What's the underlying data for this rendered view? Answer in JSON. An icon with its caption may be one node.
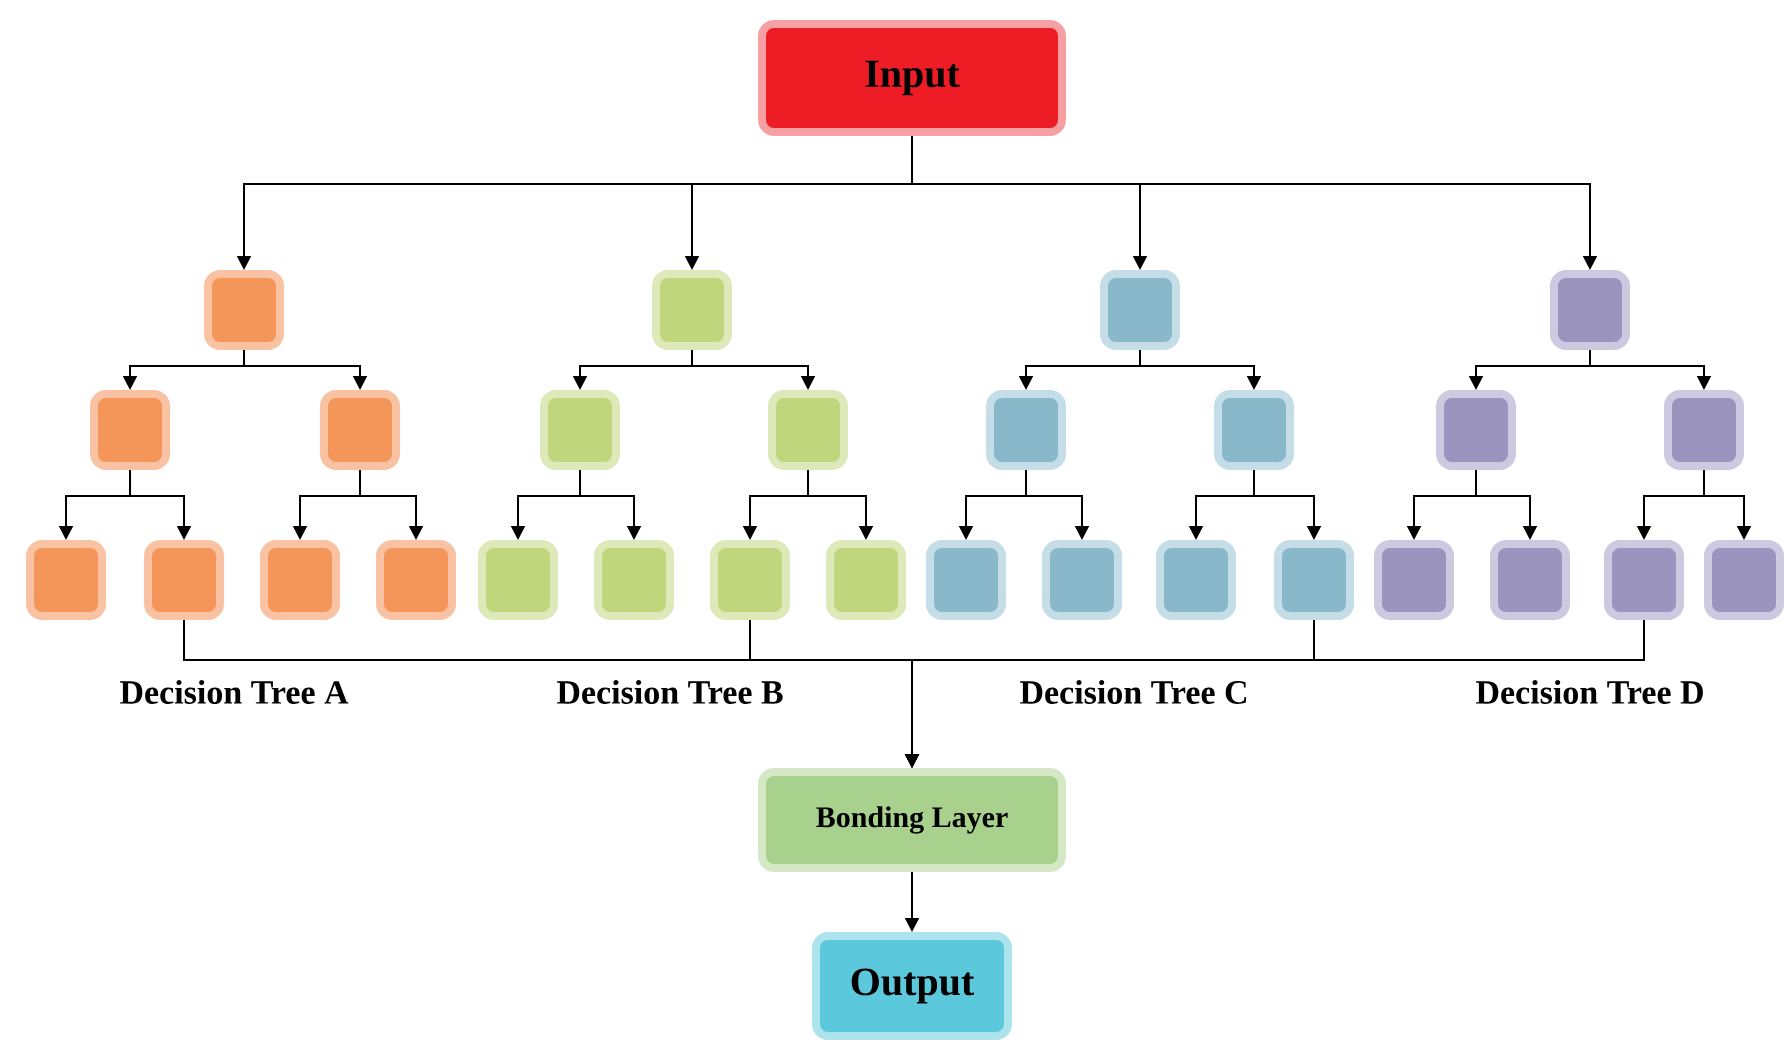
{
  "diagram": {
    "nodes": [
      {
        "text": [
          "Input"
        ]
      },
      {
        "text": [],
        "shape": "box"
      },
      {
        "text": [],
        "shape": "box"
      },
      {
        "text": [],
        "shape": "box"
      },
      {
        "text": [],
        "shape": "box"
      },
      {
        "text": [],
        "shape": "box"
      },
      {
        "text": [],
        "shape": "box"
      },
      {
        "text": [],
        "shape": "box"
      },
      {
        "text": [],
        "shape": "box"
      },
      {
        "text": [],
        "shape": "box"
      },
      {
        "text": [],
        "shape": "box"
      },
      {
        "text": [],
        "shape": "box"
      },
      {
        "text": [],
        "shape": "box"
      },
      {
        "text": [],
        "shape": "box"
      },
      {
        "text": [],
        "shape": "box"
      },
      {
        "text": [],
        "shape": "box"
      },
      {
        "text": [],
        "shape": "box"
      },
      {
        "text": [],
        "shape": "box"
      },
      {
        "text": [],
        "shape": "box"
      },
      {
        "text": [],
        "shape": "box"
      },
      {
        "text": [],
        "shape": "box"
      },
      {
        "text": [],
        "shape": "box"
      },
      {
        "text": [],
        "shape": "box"
      },
      {
        "text": [],
        "shape": "box"
      },
      {
        "text": [],
        "shape": "box"
      },
      {
        "text": [],
        "shape": "box"
      },
      {
        "text": [],
        "shape": "box"
      },
      {
        "text": [],
        "shape": "box"
      },
      {
        "text": [],
        "shape": "box"
      },
      {
        "text": [
          "Bonding Layer"
        ]
      },
      {
        "text": [
          "Output"
        ]
      }
    ],
    "edges": [
      {
        "from": 0,
        "to": 1,
        "arrow": "to"
      },
      {
        "from": 0,
        "to": 2,
        "arrow": "to"
      },
      {
        "from": 0,
        "to": 3,
        "arrow": "to"
      },
      {
        "from": 0,
        "to": 4,
        "arrow": "to"
      },
      {
        "from": 1,
        "to": 5,
        "arrow": "to"
      },
      {
        "from": 1,
        "to": 6,
        "arrow": "to"
      },
      {
        "from": 2,
        "to": 7,
        "arrow": "to"
      },
      {
        "from": 2,
        "to": 8,
        "arrow": "to"
      },
      {
        "from": 3,
        "to": 9,
        "arrow": "to"
      },
      {
        "from": 3,
        "to": 10,
        "arrow": "to"
      },
      {
        "from": 4,
        "to": 11,
        "arrow": "to"
      },
      {
        "from": 4,
        "to": 12,
        "arrow": "to"
      },
      {
        "from": 5,
        "to": 13,
        "arrow": "to"
      },
      {
        "from": 5,
        "to": 14,
        "arrow": "to"
      },
      {
        "from": 6,
        "to": 15,
        "arrow": "to"
      },
      {
        "from": 6,
        "to": 16,
        "arrow": "to"
      },
      {
        "from": 7,
        "to": 17,
        "arrow": "to"
      },
      {
        "from": 7,
        "to": 18,
        "arrow": "to"
      },
      {
        "from": 8,
        "to": 19,
        "arrow": "to"
      },
      {
        "from": 8,
        "to": 20,
        "arrow": "to"
      },
      {
        "from": 9,
        "to": 21,
        "arrow": "to"
      },
      {
        "from": 9,
        "to": 22,
        "arrow": "to"
      },
      {
        "from": 10,
        "to": 23,
        "arrow": "to"
      },
      {
        "from": 10,
        "to": 24,
        "arrow": "to"
      },
      {
        "from": 11,
        "to": 25,
        "arrow": "to"
      },
      {
        "from": 11,
        "to": 26,
        "arrow": "to"
      },
      {
        "from": 12,
        "to": 27,
        "arrow": "to"
      },
      {
        "from": 12,
        "to": 28,
        "arrow": "to"
      },
      {
        "from": 14,
        "to": 29,
        "arrow": "to"
      },
      {
        "from": 19,
        "to": 29,
        "arrow": "to"
      },
      {
        "from": 24,
        "to": 29,
        "arrow": "to"
      },
      {
        "from": 27,
        "to": 29,
        "arrow": "to"
      },
      {
        "from": 29,
        "to": 30,
        "arrow": "to"
      }
    ],
    "labels": [
      "Decision Tree A",
      "Decision Tree B",
      "Decision Tree C",
      "Decision Tree D"
    ]
  }
}
